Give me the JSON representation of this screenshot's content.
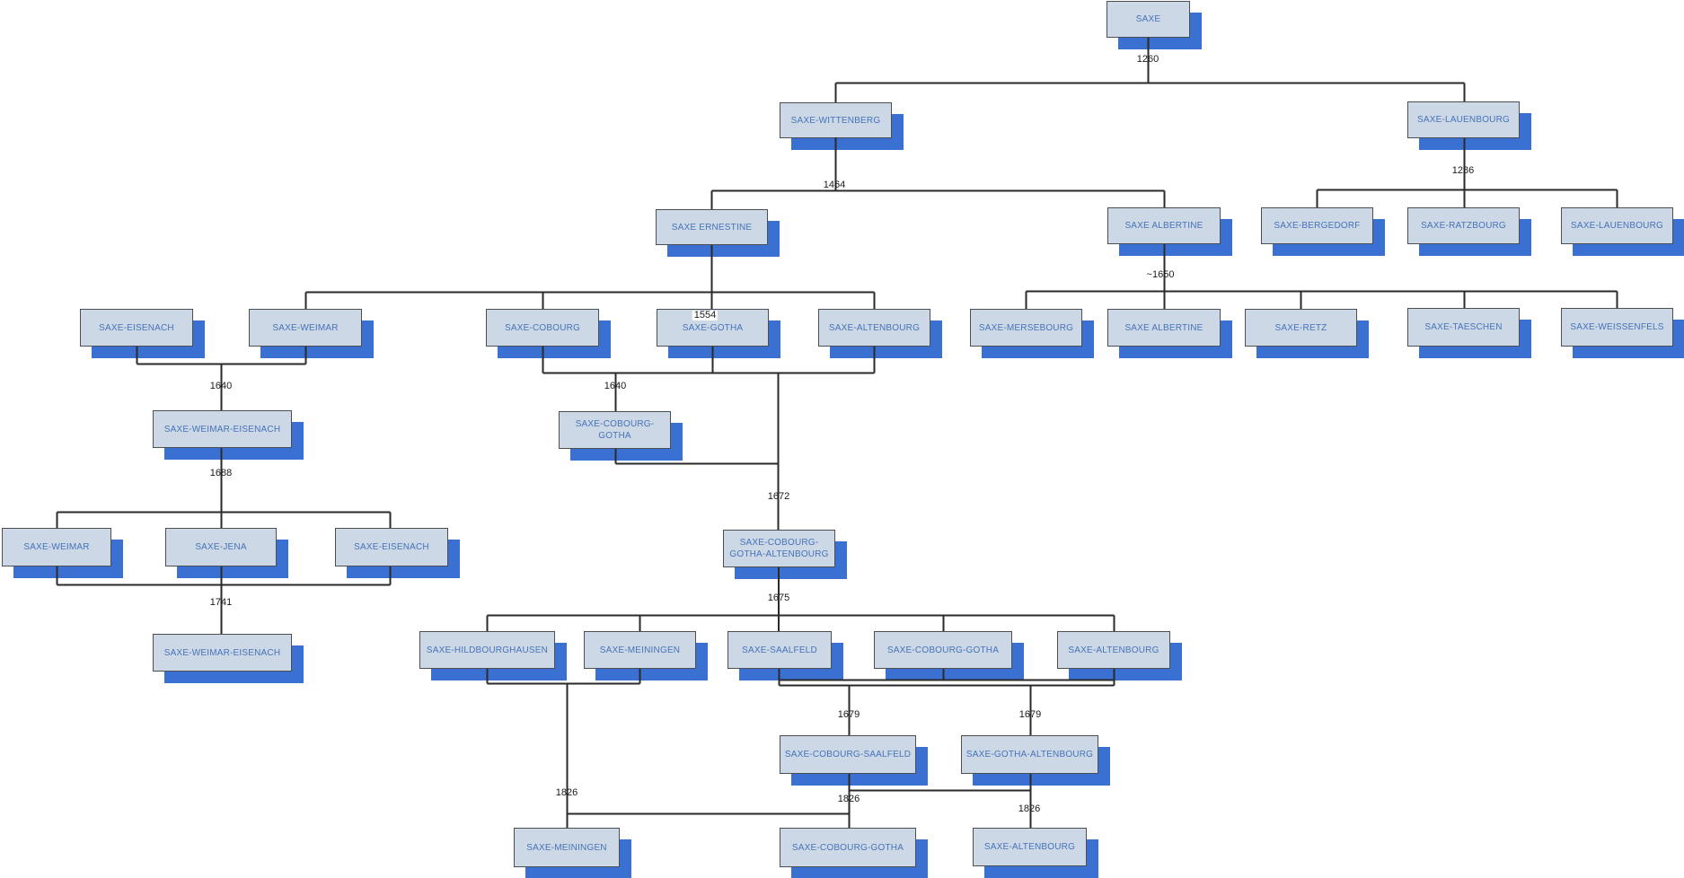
{
  "diagram": {
    "type": "family-tree-org-chart",
    "background": "#ffffff",
    "colors": {
      "box_fill": "#ccd8e6",
      "box_border": "#4b4f54",
      "box_text": "#4673b8",
      "box_shadow": "#3a70d2",
      "connector_line": "#2a2a2a",
      "date_text": "#1a1a1a"
    }
  },
  "nodes": [
    {
      "label": "SAXE"
    },
    {
      "label": "SAXE-WITTENBERG"
    },
    {
      "label": "SAXE-LAUENBOURG"
    },
    {
      "label": "SAXE ERNESTINE"
    },
    {
      "label": "SAXE ALBERTINE"
    },
    {
      "label": "SAXE-BERGEDORF"
    },
    {
      "label": "SAXE-RATZBOURG"
    },
    {
      "label": "SAXE-LAUENBOURG"
    },
    {
      "label": "SAXE-EISENACH"
    },
    {
      "label": "SAXE-WEIMAR"
    },
    {
      "label": "SAXE-COBOURG"
    },
    {
      "label": "SAXE-GOTHA"
    },
    {
      "label": "SAXE-ALTENBOURG"
    },
    {
      "label": "SAXE-MERSEBOURG"
    },
    {
      "label": "SAXE ALBERTINE"
    },
    {
      "label": "SAXE-RETZ"
    },
    {
      "label": "SAXE-TAESCHEN"
    },
    {
      "label": "SAXE-WEISSENFELS"
    },
    {
      "label": "SAXE-WEIMAR-EISENACH"
    },
    {
      "label": "SAXE-COBOURG-GOTHA"
    },
    {
      "label": "SAXE-WEIMAR"
    },
    {
      "label": "SAXE-JENA"
    },
    {
      "label": "SAXE-EISENACH"
    },
    {
      "label": "SAXE-COBOURG-GOTHA-ALTENBOURG"
    },
    {
      "label": "SAXE-WEIMAR-EISENACH"
    },
    {
      "label": "SAXE-HILDBOURGHAUSEN"
    },
    {
      "label": "SAXE-MEININGEN"
    },
    {
      "label": "SAXE-SAALFELD"
    },
    {
      "label": "SAXE-COBOURG-GOTHA"
    },
    {
      "label": "SAXE-ALTENBOURG"
    },
    {
      "label": "SAXE-COBOURG-SAALFELD"
    },
    {
      "label": "SAXE-GOTHA-ALTENBOURG"
    },
    {
      "label": "SAXE-MEININGEN"
    },
    {
      "label": "SAXE-COBOURG-GOTHA"
    },
    {
      "label": "SAXE-ALTENBOURG"
    }
  ],
  "edge_labels": [
    {
      "text": "1260"
    },
    {
      "text": "1464"
    },
    {
      "text": "1286"
    },
    {
      "text": "1554"
    },
    {
      "text": "~1650"
    },
    {
      "text": "1640"
    },
    {
      "text": "1640"
    },
    {
      "text": "1688"
    },
    {
      "text": "1741"
    },
    {
      "text": "1672"
    },
    {
      "text": "1675"
    },
    {
      "text": "1679"
    },
    {
      "text": "1679"
    },
    {
      "text": "1826"
    },
    {
      "text": "1826"
    },
    {
      "text": "1826"
    }
  ]
}
